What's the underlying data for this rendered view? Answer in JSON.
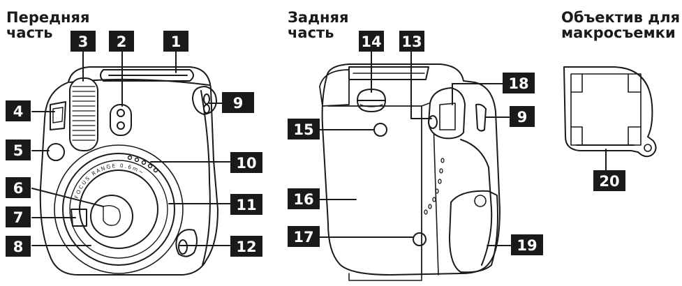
{
  "sections": {
    "front": {
      "line1": "Передняя",
      "line2": "часть"
    },
    "back": {
      "line1": "Задняя",
      "line2": "часть"
    },
    "macro": {
      "line1": "Объектив для",
      "line2": "макросъемки"
    }
  },
  "callouts": [
    "1",
    "2",
    "3",
    "4",
    "5",
    "6",
    "7",
    "8",
    "9",
    "10",
    "11",
    "12",
    "13",
    "14",
    "15",
    "16",
    "17",
    "18",
    "9",
    "19",
    "20"
  ],
  "lens_ring_text": "FOCUS RANGE 0.6m~",
  "colors": {
    "badge": "#1a1a1a",
    "line": "#1a1a1a",
    "body": "#ffffff"
  }
}
